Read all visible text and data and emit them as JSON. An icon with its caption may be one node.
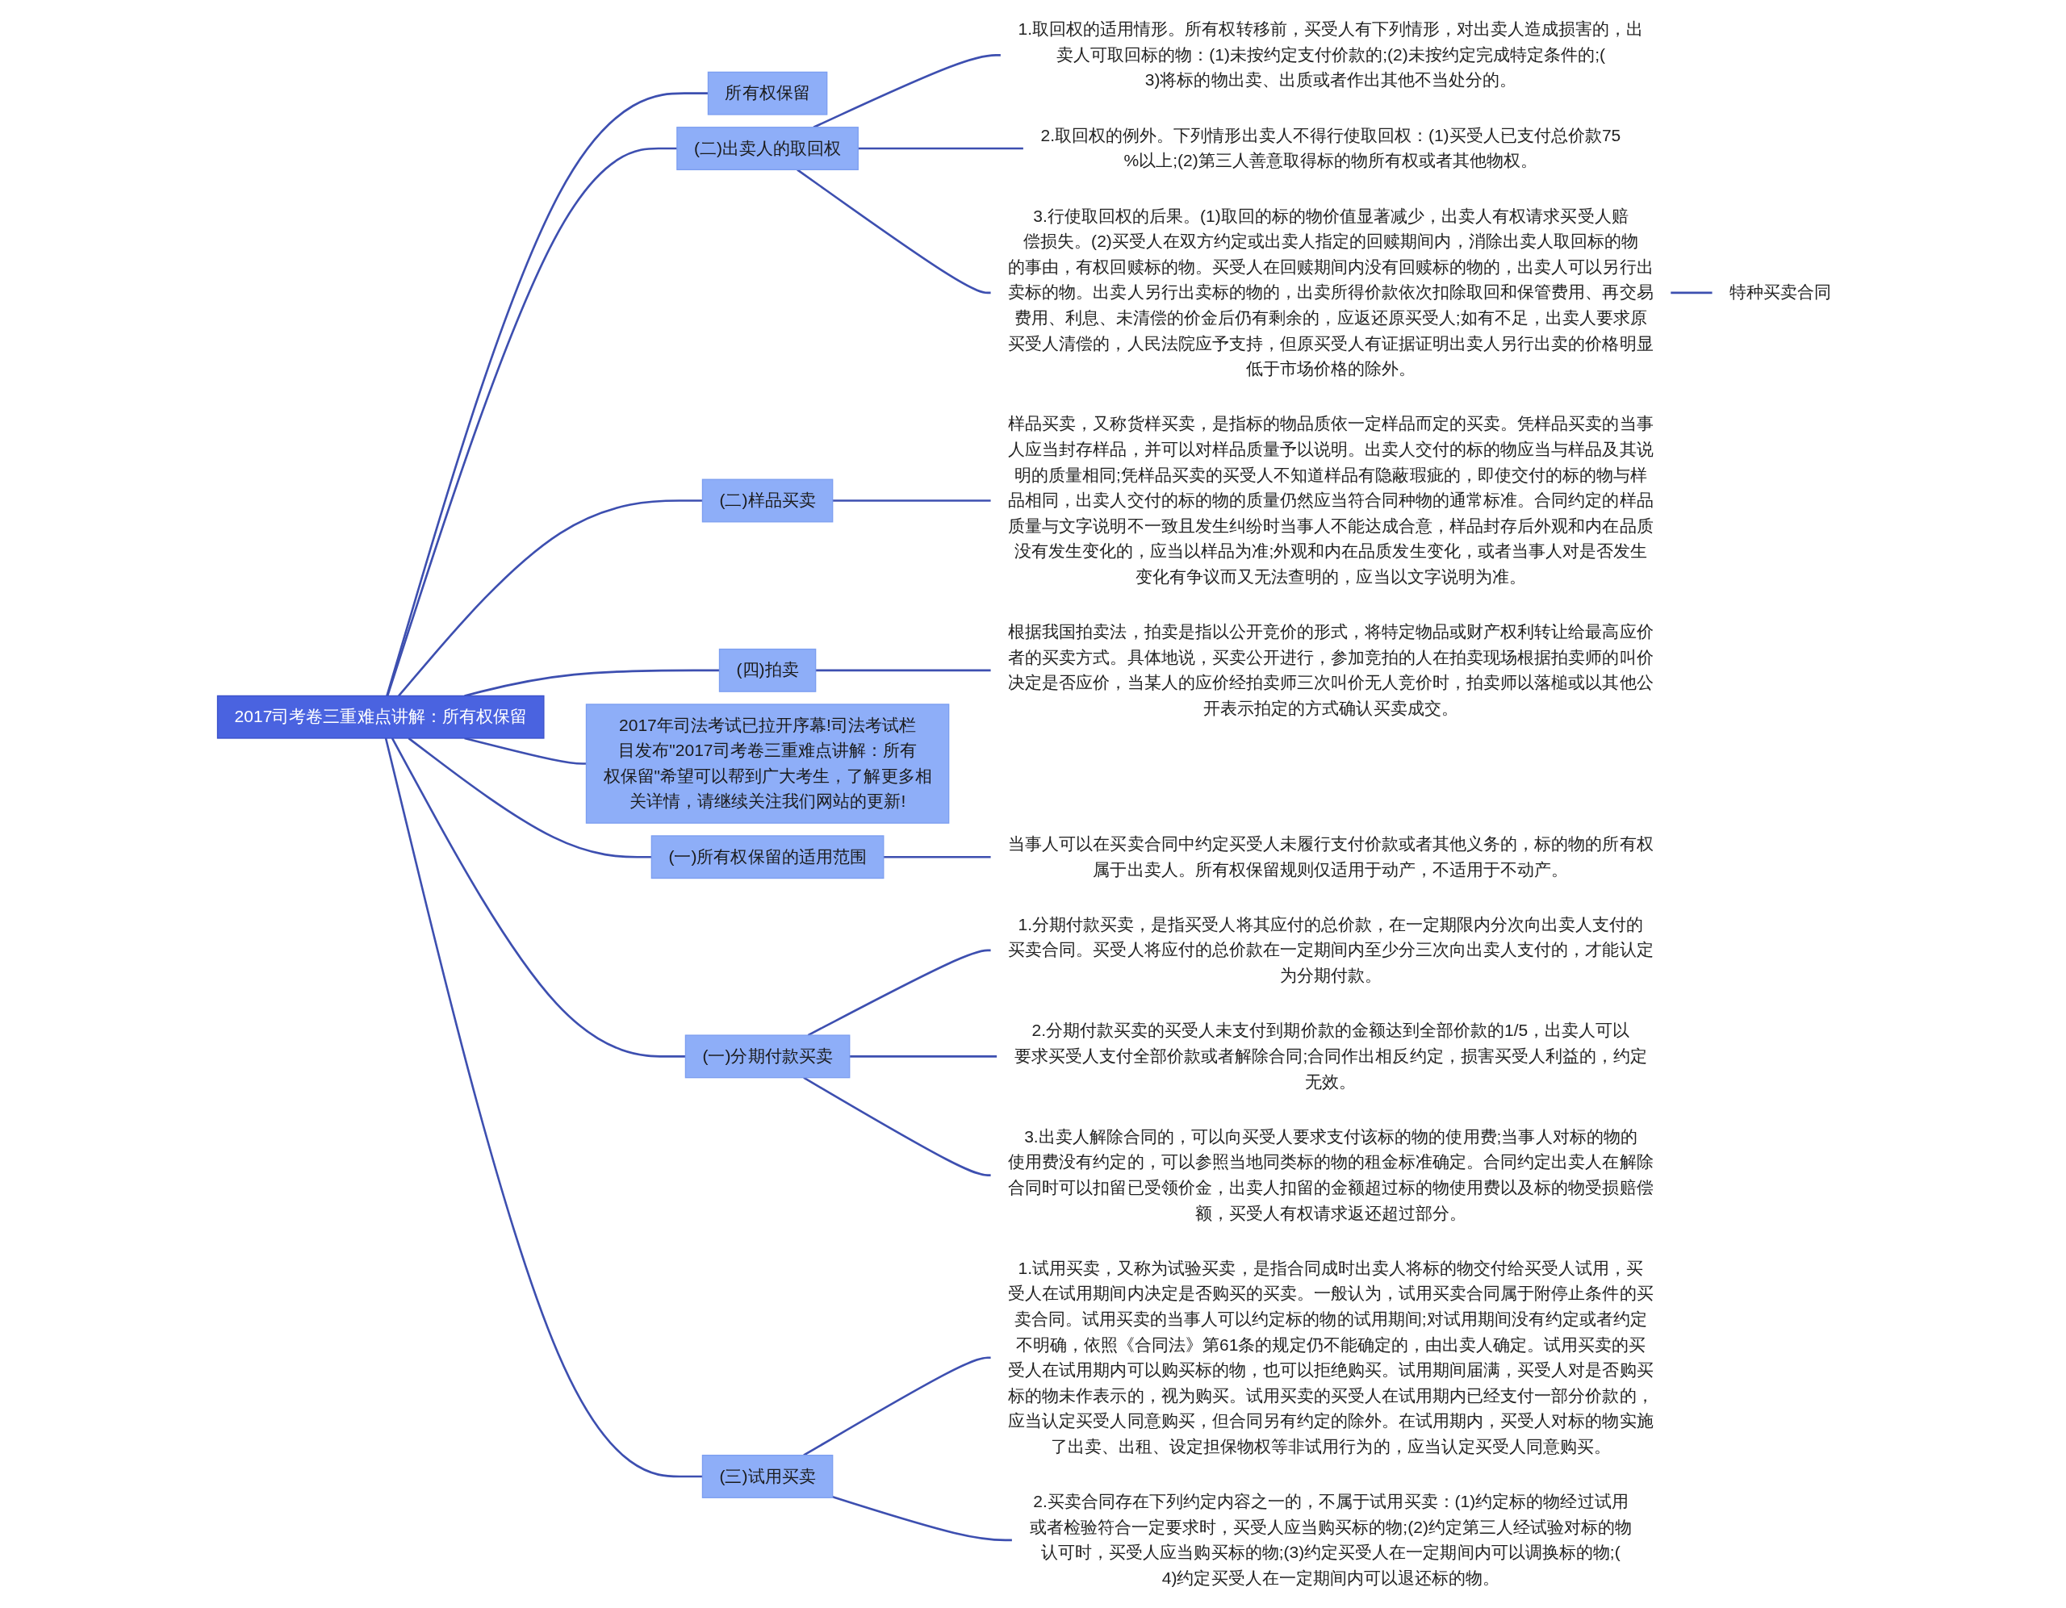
{
  "diagram": {
    "nodes": [
      {
        "text": [
          "2017司考卷三重难点讲解：所有权保留"
        ]
      },
      {
        "text": [
          "所有权保留"
        ]
      },
      {
        "text": [
          "(二)出卖人的取回权"
        ]
      },
      {
        "text": [
          "1.取回权的适用情形。所有权转移前，买受人有下列情形，对出卖人造成损害的，出卖人可取回标的物：(1)未按约定支付价款的;(2)未按约定完成特定条件的;(3)将标的物出卖、出质或者作出其他不当处分的。"
        ]
      },
      {
        "text": [
          "2.取回权的例外。下列情形出卖人不得行使取回权：(1)买受人已支付总价款75%以上;(2)第三人善意取得标的物所有权或者其他物权。"
        ]
      },
      {
        "text": [
          "3.行使取回权的后果。(1)取回的标的物价值显著减少，出卖人有权请求买受人赔偿损失。(2)买受人在双方约定或出卖人指定的回赎期间内，消除出卖人取回标的物的事由，有权回赎标的物。买受人在回赎期间内没有回赎标的物的，出卖人可以另行出卖标的物。出卖人另行出卖标的物的，出卖所得价款依次扣除取回和保管费用、再交易费用、利息、未清偿的价金后仍有剩余的，应返还原买受人;如有不足，出卖人要求原买受人清偿的，人民法院应予支持，但原买受人有证据证明出卖人另行出卖的价格明显低于市场价格的除外。"
        ]
      },
      {
        "text": [
          "特种买卖合同"
        ]
      },
      {
        "text": [
          "(二)样品买卖"
        ]
      },
      {
        "text": [
          "样品买卖，又称货样买卖，是指标的物品质依一定样品而定的买卖。凭样品买卖的当事人应当封存样品，并可以对样品质量予以说明。出卖人交付的标的物应当与样品及其说明的质量相同;凭样品买卖的买受人不知道样品有隐蔽瑕疵的，即使交付的标的物与样品相同，出卖人交付的标的物的质量仍然应当符合同种物的通常标准。合同约定的样品质量与文字说明不一致且发生纠纷时当事人不能达成合意，样品封存后外观和内在品质没有发生变化的，应当以样品为准;外观和内在品质发生变化，或者当事人对是否发生变化有争议而又无法查明的，应当以文字说明为准。"
        ]
      },
      {
        "text": [
          "(四)拍卖"
        ]
      },
      {
        "text": [
          "根据我国拍卖法，拍卖是指以公开竞价的形式，将特定物品或财产权利转让给最高应价者的买卖方式。具体地说，买卖公开进行，参加竞拍的人在拍卖现场根据拍卖师的叫价决定是否应价，当某人的应价经拍卖师三次叫价无人竞价时，拍卖师以落槌或以其他公开表示拍定的方式确认买卖成交。"
        ]
      },
      {
        "text": [
          "2017年司法考试已拉开序幕!司法考试栏目发布\"2017司考卷三重难点讲解：所有权保留\"希望可以帮到广大考生，了解更多相关详情，请继续关注我们网站的更新!"
        ]
      },
      {
        "text": [
          "(一)所有权保留的适用范围"
        ]
      },
      {
        "text": [
          "当事人可以在买卖合同中约定买受人未履行支付价款或者其他义务的，标的物的所有权属于出卖人。所有权保留规则仅适用于动产，不适用于不动产。"
        ]
      },
      {
        "text": [
          "(一)分期付款买卖"
        ]
      },
      {
        "text": [
          "1.分期付款买卖，是指买受人将其应付的总价款，在一定期限内分次向出卖人支付的买卖合同。买受人将应付的总价款在一定期间内至少分三次向出卖人支付的，才能认定为分期付款。"
        ]
      },
      {
        "text": [
          "2.分期付款买卖的买受人未支付到期价款的金额达到全部价款的1/5，出卖人可以要求买受人支付全部价款或者解除合同;合同作出相反约定，损害买受人利益的，约定无效。"
        ]
      },
      {
        "text": [
          "3.出卖人解除合同的，可以向买受人要求支付该标的物的使用费;当事人对标的物的使用费没有约定的，可以参照当地同类标的物的租金标准确定。合同约定出卖人在解除合同时可以扣留已受领价金，出卖人扣留的金额超过标的物使用费以及标的物受损赔偿额，买受人有权请求返还超过部分。"
        ]
      },
      {
        "text": [
          "(三)试用买卖"
        ]
      },
      {
        "text": [
          "1.试用买卖，又称为试验买卖，是指合同成时出卖人将标的物交付给买受人试用，买受人在试用期间内决定是否购买的买卖。一般认为，试用买卖合同属于附停止条件的买卖合同。试用买卖的当事人可以约定标的物的试用期间;对试用期间没有约定或者约定不明确，依照《合同法》第61条的规定仍不能确定的，由出卖人确定。试用买卖的买受人在试用期内可以购买标的物，也可以拒绝购买。试用期间届满，买受人对是否购买标的物未作表示的，视为购买。试用买卖的买受人在试用期内已经支付一部分价款的，应当认定买受人同意购买，但合同另有约定的除外。在试用期内，买受人对标的物实施了出卖、出租、设定担保物权等非试用行为的，应当认定买受人同意购买。"
        ]
      },
      {
        "text": [
          "2.买卖合同存在下列约定内容之一的，不属于试用买卖：(1)约定标的物经过试用或者检验符合一定要求时，买受人应当购买标的物;(2)约定第三人经试验对标的物认可时，买受人应当购买标的物;(3)约定买受人在一定期间内可以调换标的物;(4)约定买受人在一定期间内可以退还标的物。"
        ]
      }
    ],
    "edges": [
      {
        "from": 0,
        "to": 1,
        "arrow": "none"
      },
      {
        "from": 0,
        "to": 2,
        "arrow": "none"
      },
      {
        "from": 2,
        "to": 3,
        "arrow": "none"
      },
      {
        "from": 2,
        "to": 4,
        "arrow": "none"
      },
      {
        "from": 2,
        "to": 5,
        "arrow": "none"
      },
      {
        "from": 5,
        "to": 6,
        "arrow": "none"
      },
      {
        "from": 0,
        "to": 7,
        "arrow": "none"
      },
      {
        "from": 7,
        "to": 8,
        "arrow": "none"
      },
      {
        "from": 0,
        "to": 9,
        "arrow": "none"
      },
      {
        "from": 9,
        "to": 10,
        "arrow": "none"
      },
      {
        "from": 0,
        "to": 11,
        "arrow": "none"
      },
      {
        "from": 0,
        "to": 12,
        "arrow": "none"
      },
      {
        "from": 12,
        "to": 13,
        "arrow": "none"
      },
      {
        "from": 0,
        "to": 14,
        "arrow": "none"
      },
      {
        "from": 14,
        "to": 15,
        "arrow": "none"
      },
      {
        "from": 14,
        "to": 16,
        "arrow": "none"
      },
      {
        "from": 14,
        "to": 17,
        "arrow": "none"
      },
      {
        "from": 0,
        "to": 18,
        "arrow": "none"
      },
      {
        "from": 18,
        "to": 19,
        "arrow": "none"
      },
      {
        "from": 18,
        "to": 20,
        "arrow": "none"
      }
    ]
  }
}
